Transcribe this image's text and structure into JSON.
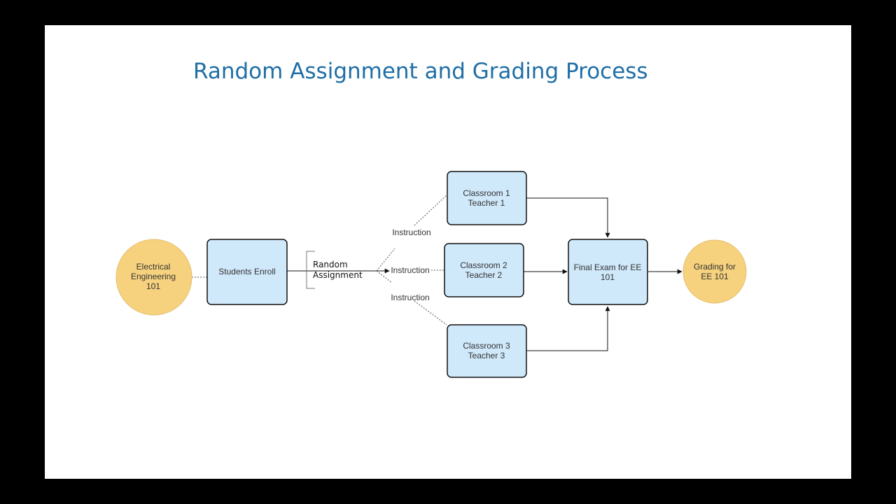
{
  "slide": {
    "title": "Random Assignment and Grading Process"
  },
  "colors": {
    "background": "#000000",
    "slide": "#ffffff",
    "title": "#1f6ea6",
    "box_fill": "#cfe8fa",
    "box_stroke": "#111111",
    "circle_fill": "#f6d17e",
    "circle_stroke": "#e3c071"
  },
  "nodes": {
    "start": {
      "lines": [
        "Electrical",
        "Engineering",
        "101"
      ]
    },
    "enroll": {
      "lines": [
        "Students Enroll"
      ]
    },
    "random": {
      "lines": [
        "Random",
        "Assignment"
      ]
    },
    "classroom1": {
      "lines": [
        "Classroom 1",
        "Teacher 1"
      ]
    },
    "classroom2": {
      "lines": [
        "Classroom 2",
        "Teacher 2"
      ]
    },
    "classroom3": {
      "lines": [
        "Classroom 3",
        "Teacher 3"
      ]
    },
    "final_exam": {
      "lines": [
        "Final Exam for EE",
        "101"
      ]
    },
    "grading": {
      "lines": [
        "Grading for",
        "EE 101"
      ]
    }
  },
  "edges": {
    "to_classroom1": "Instruction",
    "to_classroom2": "Instruction",
    "to_classroom3": "Instruction"
  }
}
